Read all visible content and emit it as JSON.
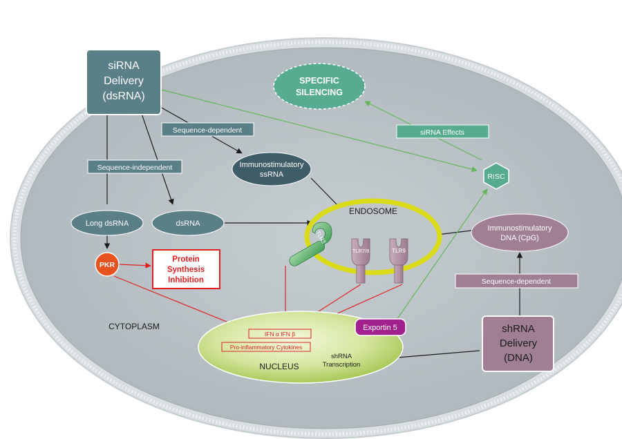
{
  "colors": {
    "cell_fill": "#b9c1c6",
    "membrane": "#dfe3e6",
    "teal_dark": "#5a7f86",
    "teal_green": "#57ab90",
    "dark_ellipse": "#3f5d66",
    "mauve": "#a07f94",
    "red": "#e02020",
    "green_arrow": "#63b65a",
    "endosome_ring": "#d9da18",
    "nucleus_green": "#c9dd88",
    "pkr_orange": "#e8521e",
    "exportin_purple": "#a3218e"
  },
  "labels": {
    "sirna_delivery": [
      "siRNA",
      "Delivery",
      "(dsRNA)"
    ],
    "specific_silencing": [
      "SPECIFIC",
      "SILENCING"
    ],
    "sequence_dependent_top": "Sequence-dependent",
    "sequence_independent": "Sequence-independent",
    "sirna_effects": "siRNA Effects",
    "immunostimulatory_ssrna": [
      "Immunostimulatory",
      "ssRNA"
    ],
    "risc": "RISC",
    "long_dsrna": "Long dsRNA",
    "dsrna": "dsRNA",
    "endosome": "ENDOSOME",
    "tlr3": "TLR3",
    "tlr78": "TLR7/8",
    "tlr9": "TLR9",
    "immunostimulatory_dna": [
      "Immunostimulatory",
      "DNA (CpG)"
    ],
    "pkr": "PKR",
    "protein_synthesis_inhibition": [
      "Protein",
      "Synthesis",
      "Inhibition"
    ],
    "sequence_dependent_bottom": "Sequence-dependent",
    "cytoplasm": "CYTOPLASM",
    "ifn": "IFN α   IFN β",
    "pro_inflammatory_cytokines": "Pro-inflammatory Cytokines",
    "exportin5": "Exportin 5",
    "nucleus": "NUCLEUS",
    "shrna_transcription": [
      "shRNA",
      "Transcription"
    ],
    "shrna_delivery": [
      "shRNA",
      "Delivery",
      "(DNA)"
    ]
  }
}
